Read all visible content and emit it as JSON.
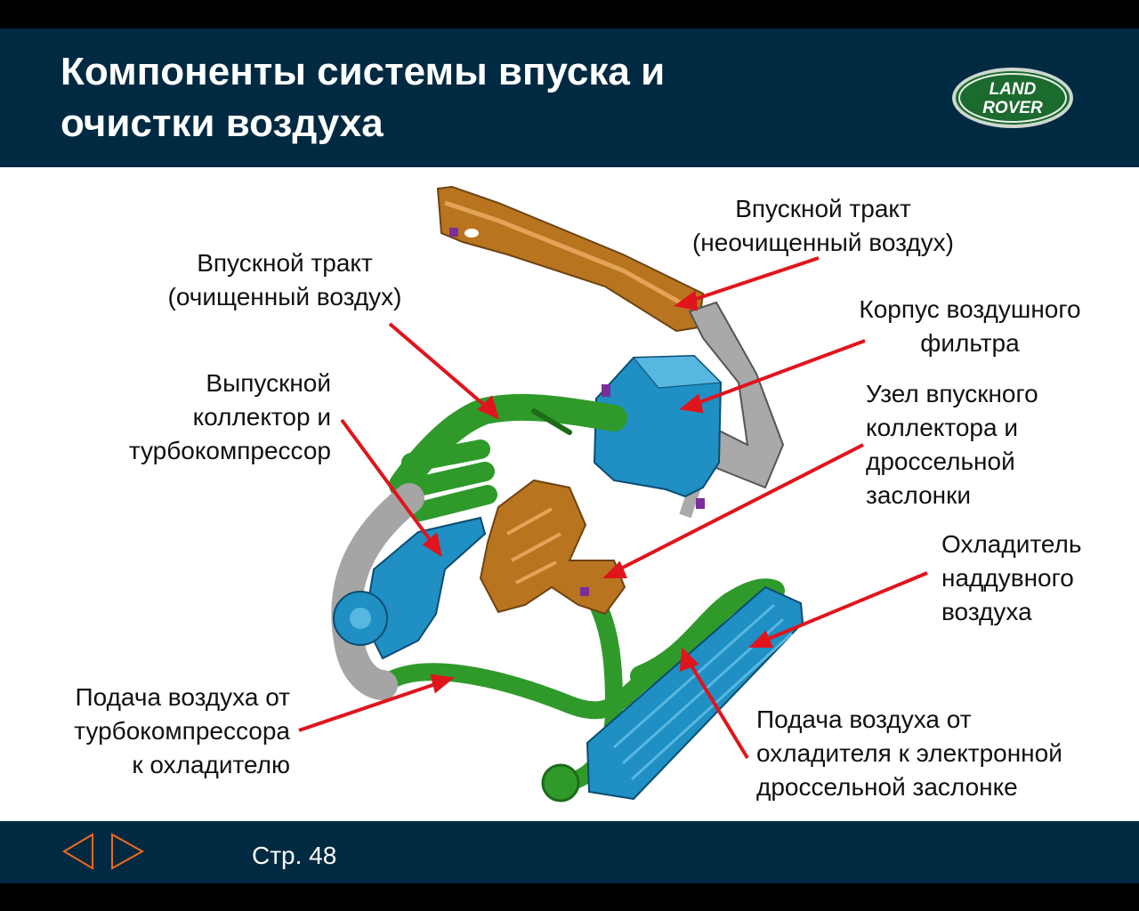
{
  "slide": {
    "title": "Компоненты системы впуска и\nочистки воздуха",
    "page_label": "Стр. 48"
  },
  "logo": {
    "text_line1": "LAND",
    "text_line2": "ROVER"
  },
  "labels": {
    "intake_raw": "Впускной тракт\n(неочищенный воздух)",
    "intake_clean": "Впускной тракт\n(очищенный воздух)",
    "air_filter": "Корпус воздушного\nфильтра",
    "exhaust_turbo": "Выпускной\nколлектор и\nтурбокомпрессор",
    "intake_manifold": "Узел впускного\nколлектора и\nдроссельной\nзаслонки",
    "intercooler": "Охладитель\nнаддувного\nвоздуха",
    "turbo_to_cooler": "Подача воздуха от\nтурбокомпрессора\nк охладителю",
    "cooler_to_throttle": "Подача воздуха от\nохладителя к электронной\nдроссельной заслонке"
  },
  "navigation": {
    "prev_icon": "triangle-left-icon",
    "next_icon": "triangle-right-icon"
  },
  "colors": {
    "header_bg": "#002a42",
    "arrow": "#e0141c",
    "pipe_green": "#2f9a2a",
    "filter_blue": "#1f8fc4",
    "duct_brown": "#b9741f",
    "duct_silver": "#a9a9a9",
    "nav_orange": "#ef6a1b"
  }
}
